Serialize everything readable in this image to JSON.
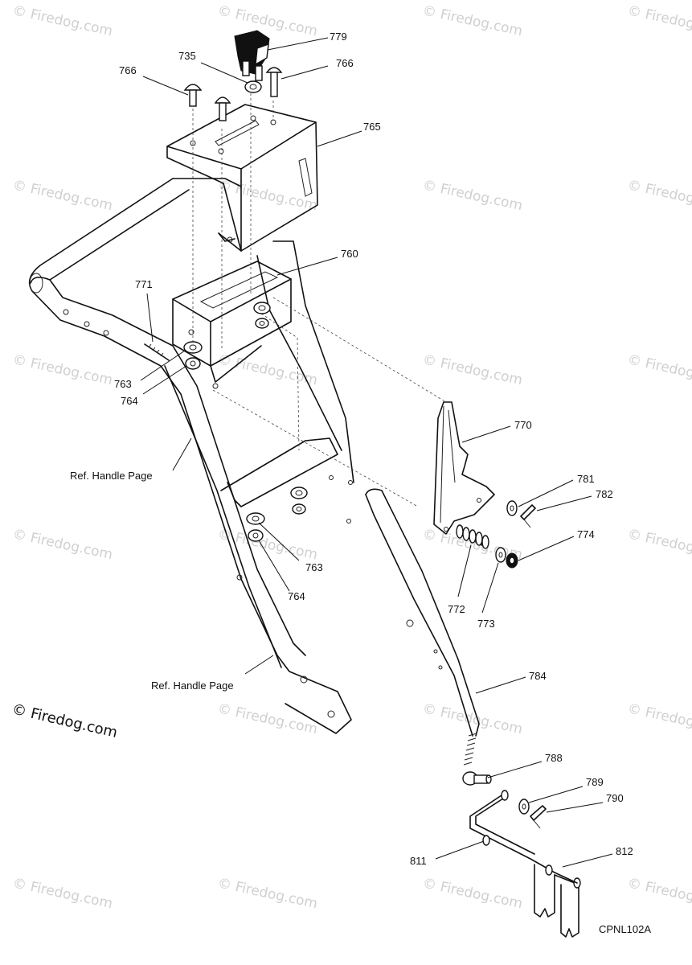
{
  "watermark": {
    "text": "© Firedog.com"
  },
  "copyright": {
    "text": "© Firedog.com"
  },
  "diagram_code": "CPNL102A",
  "callouts": [
    {
      "id": "779",
      "text": "779"
    },
    {
      "id": "735",
      "text": "735"
    },
    {
      "id": "766a",
      "text": "766"
    },
    {
      "id": "766b",
      "text": "766"
    },
    {
      "id": "765",
      "text": "765"
    },
    {
      "id": "760",
      "text": "760"
    },
    {
      "id": "771",
      "text": "771"
    },
    {
      "id": "763a",
      "text": "763"
    },
    {
      "id": "764a",
      "text": "764"
    },
    {
      "id": "ref1",
      "text": "Ref. Handle Page"
    },
    {
      "id": "770",
      "text": "770"
    },
    {
      "id": "781",
      "text": "781"
    },
    {
      "id": "782",
      "text": "782"
    },
    {
      "id": "774",
      "text": "774"
    },
    {
      "id": "763b",
      "text": "763"
    },
    {
      "id": "764b",
      "text": "764"
    },
    {
      "id": "772",
      "text": "772"
    },
    {
      "id": "773",
      "text": "773"
    },
    {
      "id": "ref2",
      "text": "Ref. Handle Page"
    },
    {
      "id": "784",
      "text": "784"
    },
    {
      "id": "788",
      "text": "788"
    },
    {
      "id": "789",
      "text": "789"
    },
    {
      "id": "790",
      "text": "790"
    },
    {
      "id": "811",
      "text": "811"
    },
    {
      "id": "812",
      "text": "812"
    }
  ]
}
